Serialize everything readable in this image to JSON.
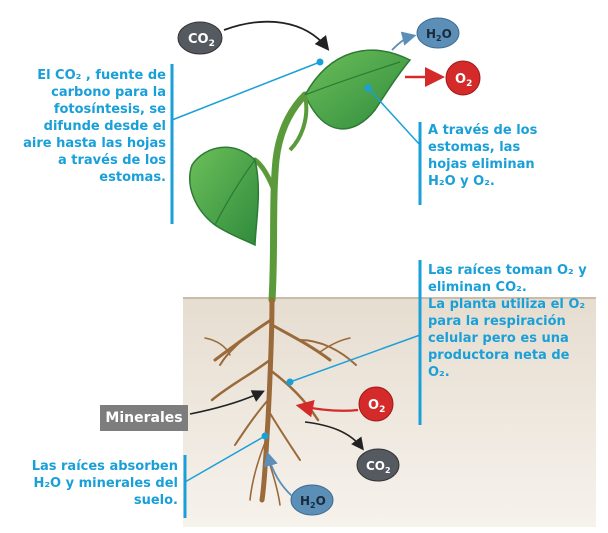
{
  "molecules": {
    "co2_top": "CO",
    "co2_top_sub": "2",
    "h2o_top": "H",
    "h2o_top_sub": "2",
    "h2o_top_end": "O",
    "o2_top": "O",
    "o2_top_sub": "2",
    "o2_root": "O",
    "o2_root_sub": "2",
    "co2_root": "CO",
    "co2_root_sub": "2",
    "h2o_root": "H",
    "h2o_root_sub": "2",
    "h2o_root_end": "O"
  },
  "annotations": {
    "co2_source": "El CO₂ , fuente de\ncarbono para la\nfotosíntesis, se\ndifunde desde el\naire hasta las hojas\na través de los\nestomas.",
    "stomata": "A través de los\nestomas, las\nhojas eliminan\nH₂O y O₂.",
    "roots_respiration": "Las raíces toman O₂ y\neliminan CO₂.\nLa planta utiliza el O₂\npara la respiración\ncelular pero es una\nproductora neta de\nO₂.",
    "roots_absorb": "Las raíces absorben\nH₂O y minerales del\nsuelo."
  },
  "labels": {
    "minerals": "Minerales"
  },
  "colors": {
    "annotation_blue": "#1aa0d8",
    "co2_gray": "#555a60",
    "o2_red": "#d42a2a",
    "h2o_blue": "#5b8fb8",
    "leaf_green": "#3fa34a",
    "soil": "#ece6dc",
    "root_brown": "#9a6a3a"
  }
}
